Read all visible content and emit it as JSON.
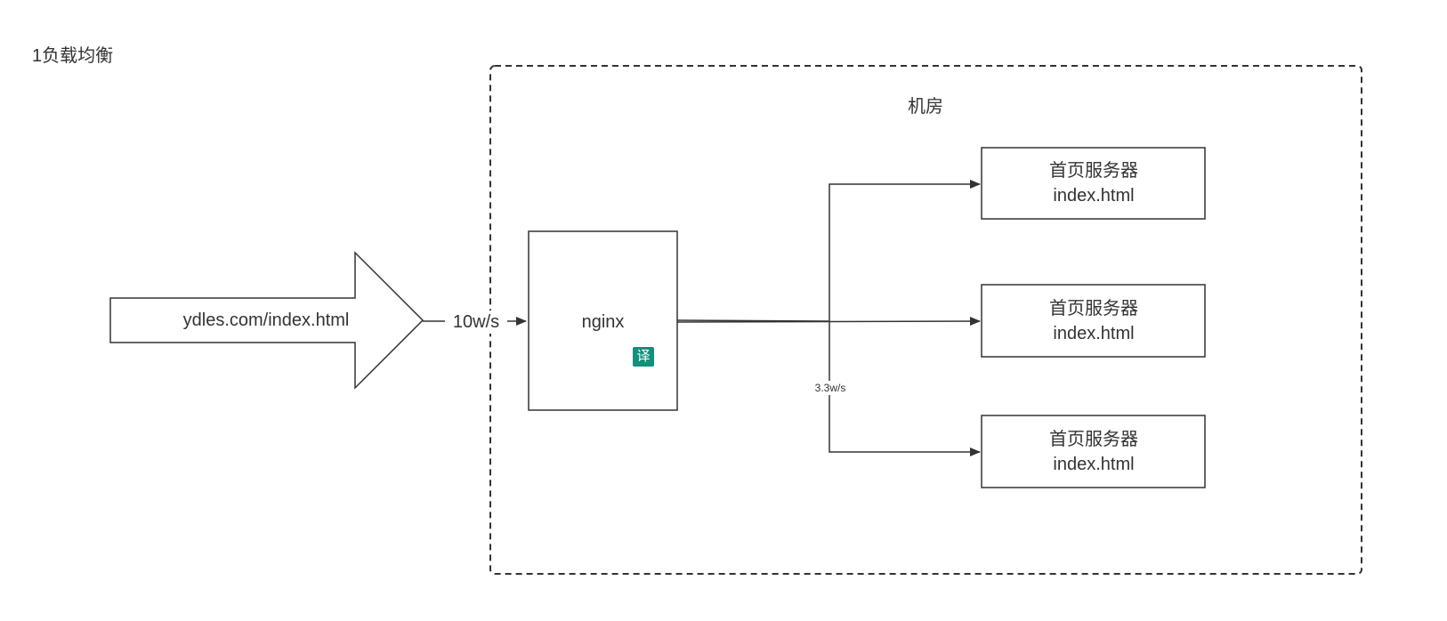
{
  "diagram": {
    "title": "1负载均衡",
    "room_label": "机房",
    "url_label": "ydles.com/index.html",
    "incoming_rate": "10w/s",
    "nginx_label": "nginx",
    "split_rate": "3.3w/s",
    "translate_badge": "译",
    "servers": [
      {
        "name": "首页服务器",
        "page": "index.html"
      },
      {
        "name": "首页服务器",
        "page": "index.html"
      },
      {
        "name": "首页服务器",
        "page": "index.html"
      }
    ]
  },
  "colors": {
    "stroke": "#333333",
    "text": "#333333",
    "badge": "#12907d"
  }
}
